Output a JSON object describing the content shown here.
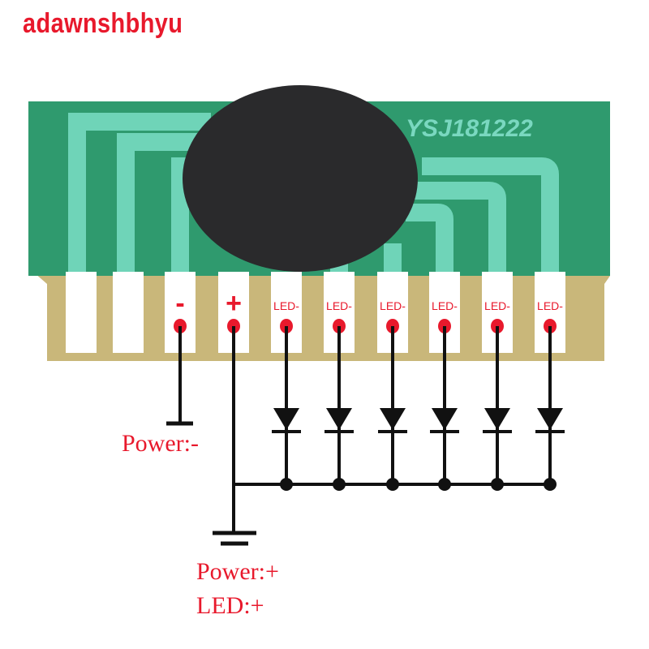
{
  "watermark": "adawnshbhyu",
  "board": {
    "code": "YSJ181222",
    "pads": [
      "",
      "",
      "-",
      "+",
      "LED-",
      "LED-",
      "LED-",
      "LED-",
      "LED-",
      "LED-"
    ]
  },
  "labels": {
    "power_minus": "Power:-",
    "power_plus": "Power:+",
    "led_plus": "LED:+"
  },
  "colors": {
    "accent": "#e8192c",
    "board": "#2f9a6e",
    "trace": "#6fd4b8",
    "edge": "#c9b77a"
  }
}
